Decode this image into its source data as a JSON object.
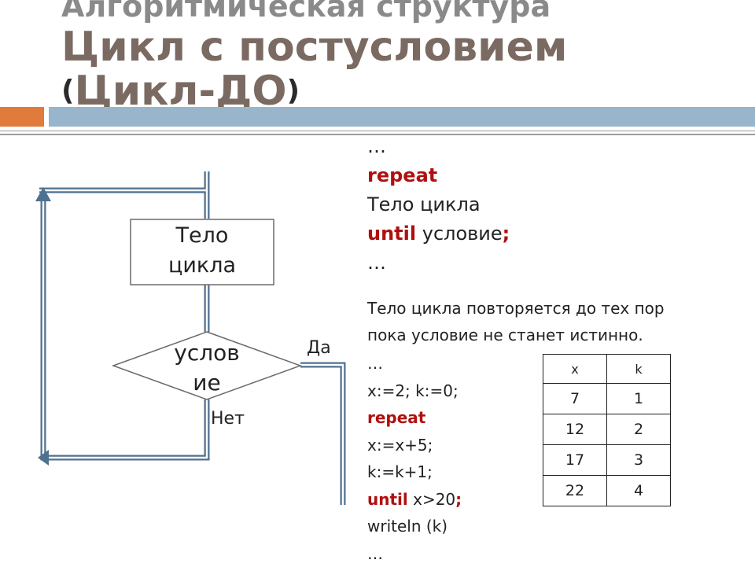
{
  "title": {
    "line1": "Алгоритмическая структура",
    "line2": "Цикл с постусловием",
    "line3_open": "(",
    "line3_main": "Цикл-ДО",
    "line3_close": ")"
  },
  "flowchart": {
    "body_line1": "Тело",
    "body_line2": "цикла",
    "cond_line1": "услов",
    "cond_line2": "ие",
    "yes_label": "Да",
    "no_label": "Нет"
  },
  "syntax": {
    "ellipsis_top": "…",
    "kw_repeat": "repeat",
    "body": "Тело цикла",
    "kw_until": "until",
    "cond": " условие",
    "semicolon": ";",
    "ellipsis_bottom": "…"
  },
  "description": {
    "line1": "Тело цикла повторяется до тех пор",
    "line2": "пока условие не станет истинно."
  },
  "example": {
    "ellipsis_top": "…",
    "init": "x:=2; k:=0;",
    "kw_repeat": "repeat",
    "stmt1": "x:=x+5;",
    "stmt2": "k:=k+1;",
    "kw_until": "until",
    "cond": " x>20",
    "semicolon": ";",
    "output": "writeln (k)",
    "ellipsis_bottom": "…"
  },
  "table": {
    "headers": [
      "x",
      "k"
    ],
    "rows": [
      [
        "7",
        "1"
      ],
      [
        "12",
        "2"
      ],
      [
        "17",
        "3"
      ],
      [
        "22",
        "4"
      ]
    ]
  }
}
